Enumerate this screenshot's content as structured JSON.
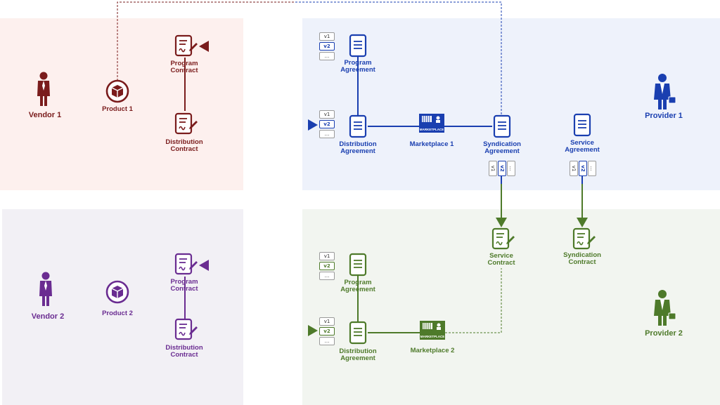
{
  "vendor1": {
    "name": "Vendor 1",
    "product": "Product 1",
    "program_contract": [
      "Program",
      "Contract"
    ],
    "distribution_contract": [
      "Distribution",
      "Contract"
    ]
  },
  "vendor2": {
    "name": "Vendor 2",
    "product": "Product 2",
    "program_contract": [
      "Program",
      "Contract"
    ],
    "distribution_contract": [
      "Distribution",
      "Contract"
    ]
  },
  "provider1": {
    "name": "Provider 1",
    "program_agreement": [
      "Program",
      "Agreement"
    ],
    "distribution_agreement": [
      "Distribution",
      "Agreement"
    ],
    "marketplace": "Marketplace 1",
    "syndication_agreement": [
      "Syndication",
      "Agreement"
    ],
    "service_agreement": [
      "Service",
      "Agreement"
    ]
  },
  "provider2": {
    "name": "Provider 2",
    "program_agreement": [
      "Program",
      "Agreement"
    ],
    "distribution_agreement": [
      "Distribution",
      "Agreement"
    ],
    "marketplace": "Marketplace 2",
    "service_contract": [
      "Service",
      "Contract"
    ],
    "syndication_contract": [
      "Syndication",
      "Contract"
    ]
  },
  "versions": {
    "v1": "v1",
    "v2": "v2",
    "more": "..."
  },
  "marketplace_sign": "MARKETPLACE",
  "colors": {
    "vendor1": "#7a1c1c",
    "vendor2": "#6a2c91",
    "provider1": "#1a3fb0",
    "provider2": "#4e7a2a",
    "vendor1_bg": "#fdf0ee",
    "vendor2_bg": "#f2f0f5",
    "provider1_bg": "#eef2fb",
    "provider2_bg": "#f2f5f0"
  }
}
